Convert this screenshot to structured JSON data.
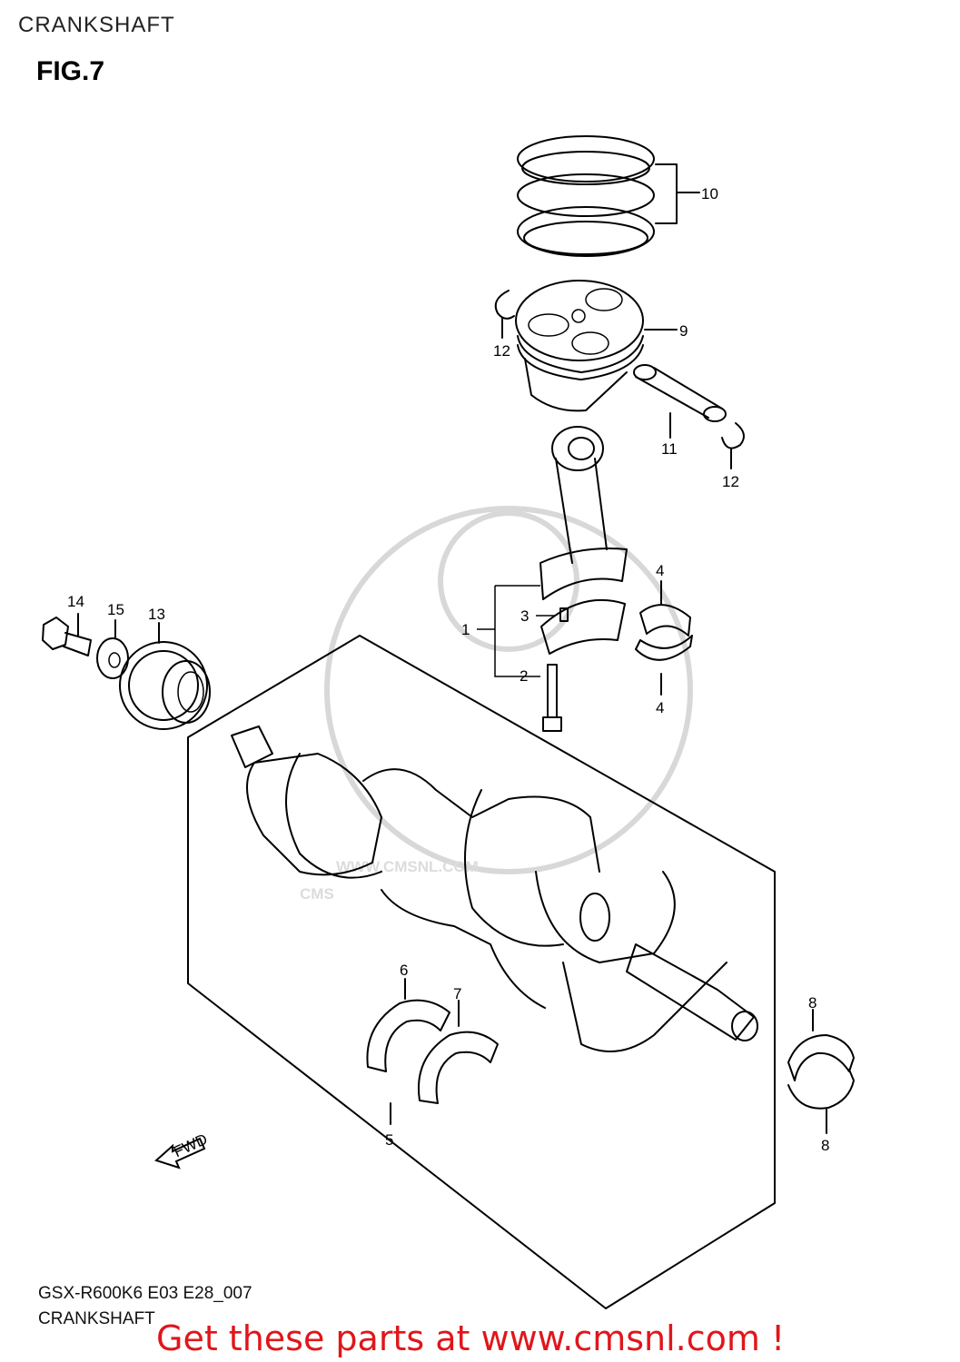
{
  "header": {
    "title": "CRANKSHAFT"
  },
  "figure": {
    "label": "FIG.7"
  },
  "callouts": [
    "1",
    "2",
    "3",
    "4",
    "5",
    "6",
    "7",
    "8",
    "9",
    "10",
    "11",
    "12",
    "13",
    "14",
    "15"
  ],
  "fwd_label": "FWD",
  "watermark": {
    "text": "CMS",
    "url": "WWW.CMSNL.COM"
  },
  "footer": {
    "model_code": "GSX-R600K6 E03 E28_007",
    "section": "CRANKSHAFT",
    "promo": "Get these parts at www.cmsnl.com !"
  },
  "colors": {
    "promo": "#e0161b",
    "line": "#000000",
    "watermark": "#dcdcdc"
  }
}
